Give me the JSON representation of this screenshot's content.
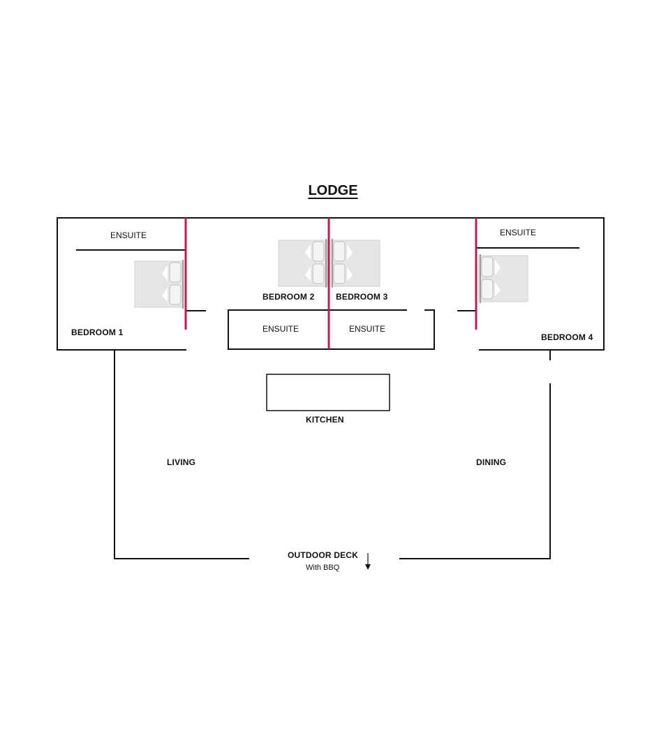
{
  "plan": {
    "title": "LODGE",
    "rooms": {
      "ensuite_1": "ENSUITE",
      "ensuite_2": "ENSUITE",
      "ensuite_3": "ENSUITE",
      "ensuite_4": "ENSUITE",
      "bedroom_1": "BEDROOM 1",
      "bedroom_2": "BEDROOM 2",
      "bedroom_3": "BEDROOM 3",
      "bedroom_4": "BEDROOM 4",
      "kitchen": "KITCHEN",
      "living": "LIVING",
      "dining": "DINING",
      "outdoor_deck": "OUTDOOR DECK",
      "outdoor_deck_note": "With BBQ"
    },
    "colors": {
      "wall": "#111111",
      "partition": "#c2185b",
      "bed": "#e6e6e6",
      "bed_edge": "#cfcfcf"
    },
    "icons": [
      "bed-icon",
      "arrow-down-icon"
    ]
  }
}
